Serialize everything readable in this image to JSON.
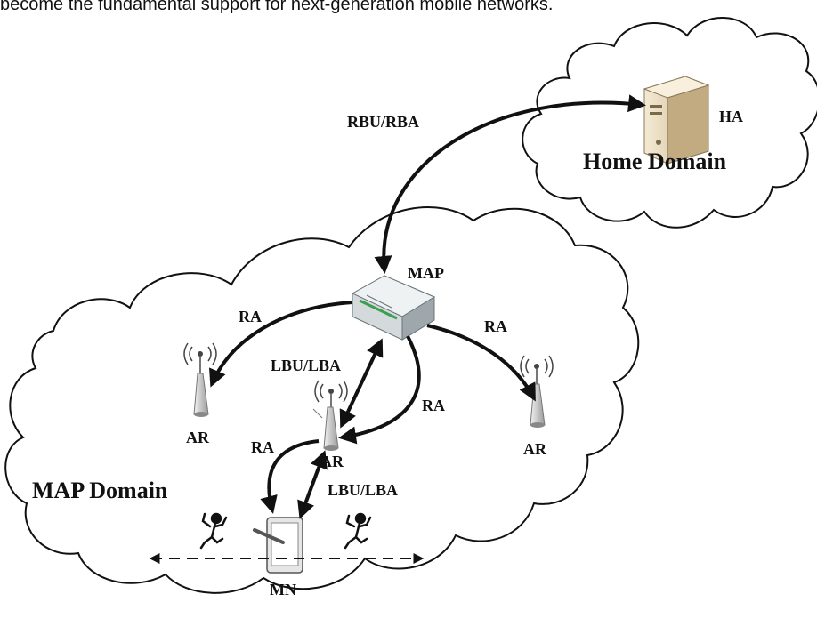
{
  "header_text": "become the fundamental support for next-generation mobile networks.",
  "labels": {
    "home_domain": "Home Domain",
    "ha": "HA",
    "map": "MAP",
    "map_domain": "MAP Domain",
    "ar_left": "AR",
    "ar_center": "AR",
    "ar_right": "AR",
    "mn": "MN",
    "rbu_rba": "RBU/RBA",
    "ra_left": "RA",
    "ra_right": "RA",
    "ra_center": "RA",
    "ra_mn": "RA",
    "lbu_lba_upper": "LBU/LBA",
    "lbu_lba_lower": "LBU/LBA"
  },
  "icons": {
    "home_agent": "server-icon",
    "map_router": "router-icon",
    "access_router": "antenna-icon",
    "mobile_node": "tablet-icon",
    "person": "person-icon"
  },
  "colors": {
    "line": "#111111",
    "server_body": "#e9dcc0",
    "router_body": "#d8dde0",
    "antenna": "#c8c8c8"
  }
}
